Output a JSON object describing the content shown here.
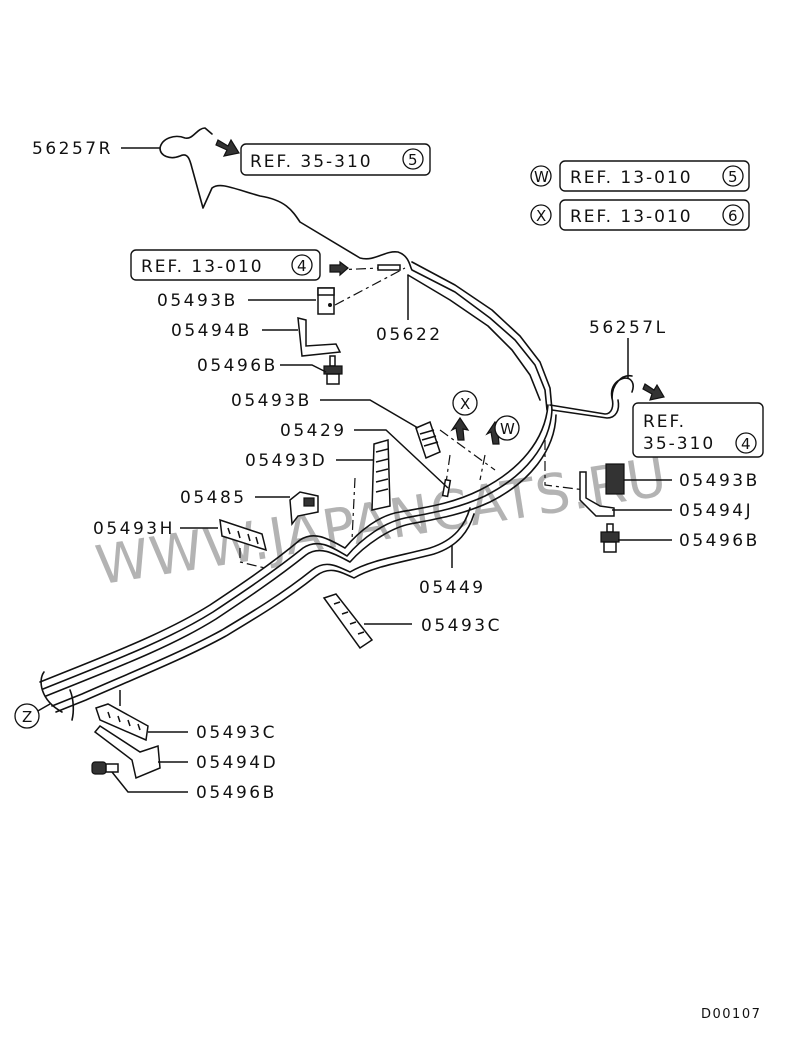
{
  "diagram": {
    "title": "Fuel line routing parts diagram",
    "code": "D00107",
    "watermark": "WWW.JAPANCATS.RU",
    "references": [
      {
        "id": "ref-35-310-5",
        "text": "REF. 35-310",
        "num": "5"
      },
      {
        "id": "ref-13-010-5",
        "text": "REF. 13-010",
        "num": "5",
        "marker": "W"
      },
      {
        "id": "ref-13-010-6",
        "text": "REF. 13-010",
        "num": "6",
        "marker": "X"
      },
      {
        "id": "ref-13-010-4",
        "text": "REF. 13-010",
        "num": "4"
      },
      {
        "id": "ref-35-310-4",
        "line1": "REF.",
        "line2": "35-310",
        "num": "4"
      }
    ],
    "markers": {
      "w": "W",
      "x": "X",
      "z": "Z"
    },
    "parts": [
      "56257R",
      "05493B",
      "05494B",
      "05496B",
      "05622",
      "56257L",
      "05493B",
      "05429",
      "05493D",
      "05485",
      "05493H",
      "05493B",
      "05494J",
      "05496B",
      "05449",
      "05493C",
      "05493C",
      "05494D",
      "05496B"
    ]
  }
}
